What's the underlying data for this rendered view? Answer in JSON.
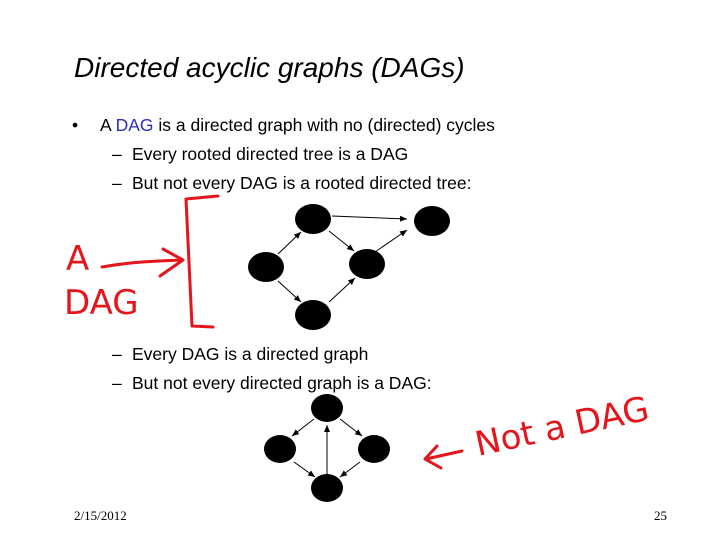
{
  "slide": {
    "title": "Directed acyclic graphs (DAGs)",
    "bullet_prefix": "A ",
    "bullet_term": "DAG",
    "bullet_rest": " is a directed graph with no (directed) cycles",
    "sub1": "Every rooted directed tree is a DAG",
    "sub2": "But not every DAG is a rooted directed tree:",
    "sub3": "Every DAG is a directed graph",
    "sub4": "But not every directed graph is a DAG:",
    "date": "2/15/2012",
    "page_number": "25"
  },
  "annotations": {
    "dag_line1": "A",
    "dag_line2": "DAG",
    "not_dag": "Not a DAG"
  },
  "colors": {
    "accent": "#2d2db8",
    "annotation": "#e4151b"
  }
}
